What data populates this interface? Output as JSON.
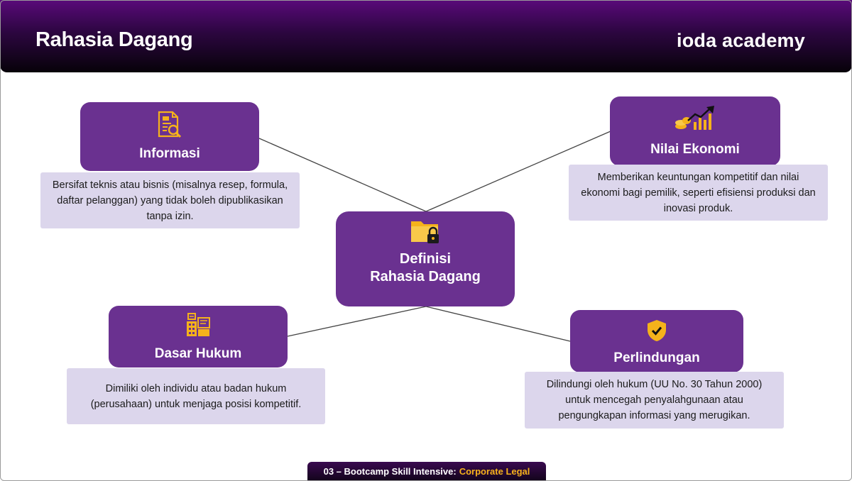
{
  "header": {
    "title": "Rahasia Dagang",
    "brand": "ioda academy"
  },
  "center": {
    "line1": "Definisi",
    "line2": "Rahasia Dagang",
    "icon": "locked-folder-icon"
  },
  "nodes": {
    "informasi": {
      "label": "Informasi",
      "icon": "document-search-icon",
      "desc": "Bersifat teknis atau bisnis (misalnya resep, formula, daftar pelanggan) yang tidak boleh dipublikasikan tanpa izin."
    },
    "nilai": {
      "label": "Nilai Ekonomi",
      "icon": "money-growth-icon",
      "desc": "Memberikan keuntungan kompetitif dan nilai ekonomi bagi pemilik, seperti efisiensi produksi dan inovasi produk."
    },
    "dasar": {
      "label": "Dasar Hukum",
      "icon": "legal-building-icon",
      "desc": "Dimiliki oleh individu atau badan hukum (perusahaan) untuk menjaga posisi kompetitif."
    },
    "perlindungan": {
      "label": "Perlindungan",
      "icon": "shield-check-icon",
      "desc": "Dilindungi oleh hukum (UU No. 30 Tahun 2000) untuk mencegah penyalahgunaan atau pengungkapan informasi yang merugikan."
    }
  },
  "footer": {
    "prefix": "03 – Bootcamp Skill Intensive:",
    "highlight": "Corporate Legal"
  },
  "colors": {
    "node": "#6a3190",
    "desc_bg": "#dcd6ec",
    "icon": "#f5b21b"
  }
}
